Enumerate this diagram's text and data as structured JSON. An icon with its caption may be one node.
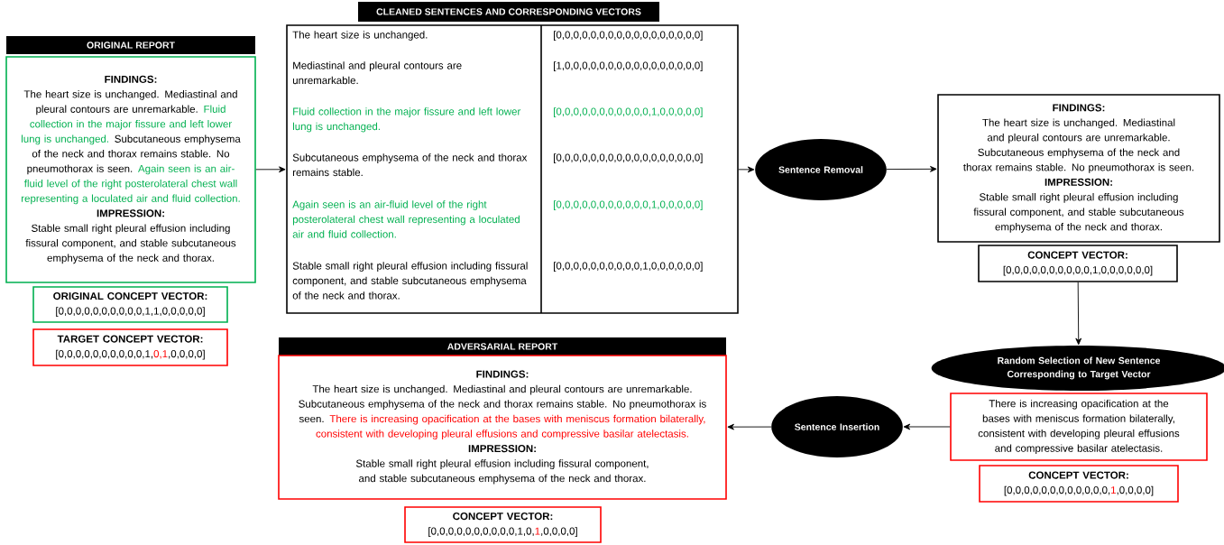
{
  "diagram": {
    "nodes": [
      {
        "text": [
          "ORIGINAL REPORT",
          "FINDINGS:",
          "The heart size is unchanged. Mediastinal and pleural contours are unremarkable.",
          "Fluid collection in the major fissure and left lower lung is unchanged.",
          "Subcutaneous emphysema of the neck and thorax remains stable. No pneumothorax is seen.",
          "Again seen is an air-fluid level of the right posterolateral chest wall representing a loculated air and fluid collection.",
          "IMPRESSION:",
          "Stable small right pleural effusion including fissural component, and stable subcutaneous emphysema of the neck and thorax."
        ]
      },
      {
        "text": [
          "ORIGINAL CONCEPT VECTOR:",
          "[0,0,0,0,0,0,0,0,0,0,1,1,0,0,0,0,0]"
        ]
      },
      {
        "text": [
          "TARGET CONCEPT VECTOR:",
          "[0,0,0,0,0,0,0,0,0,0,1,",
          "0,1",
          ",0,0,0,0]"
        ]
      },
      {
        "text": [
          "CLEANED SENTENCES AND CORRESPONDING VECTORS",
          "The heart size is unchanged.",
          "[0,0,0,0,0,0,0,0,0,0,0,0,0,0,0,0,0]",
          "Mediastinal and pleural contours are unremarkable.",
          "[1,0,0,0,0,0,0,0,0,0,0,0,0,0,0,0,0]",
          "Fluid collection in the major fissure and left lower lung is unchanged.",
          "[0,0,0,0,0,0,0,0,0,0,0,1,0,0,0,0,0]",
          "Subcutaneous emphysema of the neck and thorax remains stable.",
          "[0,0,0,0,0,0,0,0,0,0,0,0,0,0,0,0,0]",
          "Again seen is an air-fluid level of the right posterolateral chest wall representing a loculated air and fluid collection.",
          "[0,0,0,0,0,0,0,0,0,0,0,1,0,0,0,0,0]",
          "Stable small right pleural effusion including fissural component, and stable subcutaneous emphysema of the neck and thorax.",
          "[0,0,0,0,0,0,0,0,0,0,1,0,0,0,0,0,0]"
        ]
      },
      {
        "text": [
          "Sentence Removal"
        ]
      },
      {
        "text": [
          "FINDINGS:",
          "The heart size is unchanged. Mediastinal and pleural contours are unremarkable. Subcutaneous emphysema of the neck and thorax remains stable. No pneumothorax is seen.",
          "IMPRESSION:",
          "Stable small right pleural effusion including fissural component, and stable subcutaneous emphysema of the neck and thorax."
        ]
      },
      {
        "text": [
          "CONCEPT VECTOR:",
          "[0,0,0,0,0,0,0,0,0,0,1,0,0,0,0,0,0]"
        ]
      },
      {
        "text": [
          "Random Selection of New Sentence Corresponding to Target Vector"
        ]
      },
      {
        "text": [
          "There is increasing opacification at the bases with meniscus formation bilaterally, consistent with developing pleural effusions and compressive basilar atelectasis."
        ]
      },
      {
        "text": [
          "CONCEPT VECTOR:",
          "[0,0,0,0,0,0,0,0,0,0,0,0,",
          "1",
          ",0,0,0,0]"
        ]
      },
      {
        "text": [
          "Sentence Insertion"
        ]
      },
      {
        "text": [
          "ADVERSARIAL REPORT",
          "FINDINGS:",
          "The heart size is unchanged. Mediastinal and pleural contours are unremarkable. Subcutaneous emphysema of the neck and thorax remains stable. No pneumothorax is seen.",
          "There is increasing opacification at the bases with meniscus formation bilaterally, consistent with developing pleural effusions and compressive basilar atelectasis.",
          "IMPRESSION:",
          "Stable small right pleural effusion including fissural component, and stable subcutaneous emphysema of the neck and thorax."
        ]
      },
      {
        "text": [
          "CONCEPT VECTOR:",
          "[0,0,0,0,0,0,0,0,0,0,1,0,",
          "1",
          ",0,0,0,0]"
        ]
      }
    ],
    "edges": [
      {
        "from": 0,
        "to": 3,
        "arrow": "to"
      },
      {
        "from": 3,
        "to": 4,
        "arrow": "to"
      },
      {
        "from": 4,
        "to": 5,
        "arrow": "to"
      },
      {
        "from": 6,
        "to": 7,
        "arrow": "to"
      },
      {
        "from": 8,
        "to": 10,
        "arrow": "to"
      },
      {
        "from": 10,
        "to": 11,
        "arrow": "to"
      }
    ]
  }
}
